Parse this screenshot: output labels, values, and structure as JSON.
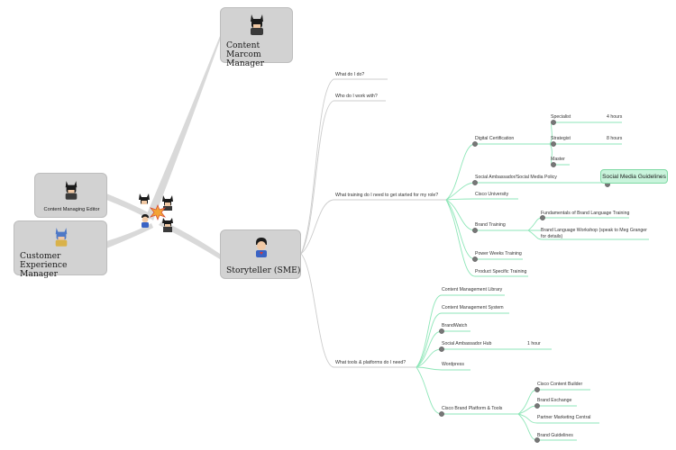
{
  "cards": {
    "content_marcom": "Content Marcom Manager",
    "content_managing_editor": "Content Managing Editor",
    "customer_experience": "Customer Experience Manager",
    "storyteller": "Storyteller (SME)"
  },
  "questions": {
    "what_do_i_do": "What do I do?",
    "who_work_with": "Who do I work with?",
    "what_training": "What training do I need to get started for my role?",
    "what_tools": "What tools & platforms do I need?"
  },
  "training": {
    "digital_certification": "Digital Certification",
    "specialist": "Specialist",
    "specialist_time": "4 hours",
    "strategist": "Strategist",
    "strategist_time": "8 hours",
    "master": "Master",
    "social_ambassador_policy": "Social Ambassador/Social Media Policy",
    "social_media_guidelines": "Social Media Guidelines",
    "cisco_university": "Cisco University",
    "brand_training": "Brand Training",
    "fundamentals_brand_language": "Fundamentals of Brand Language Training",
    "brand_language_workshop_1": "Brand Language Workshop (speak to Meg Granger",
    "brand_language_workshop_2": "for details)",
    "power_weeks": "Power Weeks Training",
    "product_specific": "Product Specific Training"
  },
  "tools": {
    "cm_library": "Content Management Library",
    "cm_system": "Content Management System",
    "brandwatch": "BrandWatch",
    "social_ambassador_hub": "Social Ambassador Hub",
    "hub_time": "1 hour",
    "wordpress": "Wordpress",
    "cisco_brand_platform": "Cisco Brand Platform & Tools",
    "cisco_content_builder": "Cisco Content Builder",
    "brand_exchange": "Brand Exchange",
    "partner_marketing_central": "Partner Marketing Central",
    "brand_guidelines": "Brand Guidelines"
  },
  "colors": {
    "branch_gray": "#cccccc",
    "branch_green": "#8ee6b8",
    "card_fill": "#d2d2d2",
    "highlight_fill": "#c9f4dc"
  },
  "icons": [
    "batman-icon",
    "superman-icon",
    "hero-group-icon"
  ]
}
